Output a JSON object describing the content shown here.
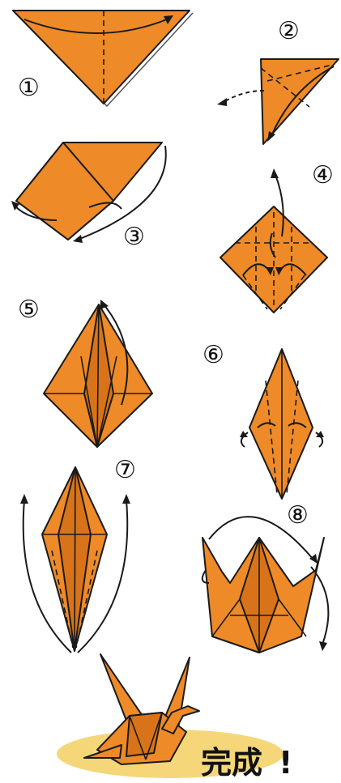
{
  "steps": [
    {
      "label": "①"
    },
    {
      "label": "②"
    },
    {
      "label": "③"
    },
    {
      "label": "④"
    },
    {
      "label": "⑤"
    },
    {
      "label": "⑥"
    },
    {
      "label": "⑦"
    },
    {
      "label": "⑧"
    }
  ],
  "finish": {
    "label_main": "完成",
    "label_mark": "!"
  },
  "colors": {
    "paper": "#ee8a28",
    "outline": "#1a1a1a",
    "highlight": "#f5d77a"
  }
}
